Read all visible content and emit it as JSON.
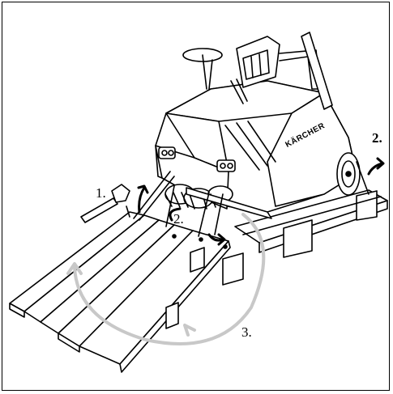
{
  "labels": {
    "step1": "1.",
    "step2_left": "2.",
    "step2_right": "2.",
    "step3": "3."
  },
  "brand": {
    "name": "KÄRCHER"
  },
  "colors": {
    "line": "#000000",
    "fill": "#ffffff",
    "arrow_grey": "#c8c8c8"
  },
  "icons": {
    "tool": "spanner-icon",
    "lift_arrow": "curved-arrow-icon",
    "rotate_arrow": "rotate-arrow-icon"
  }
}
